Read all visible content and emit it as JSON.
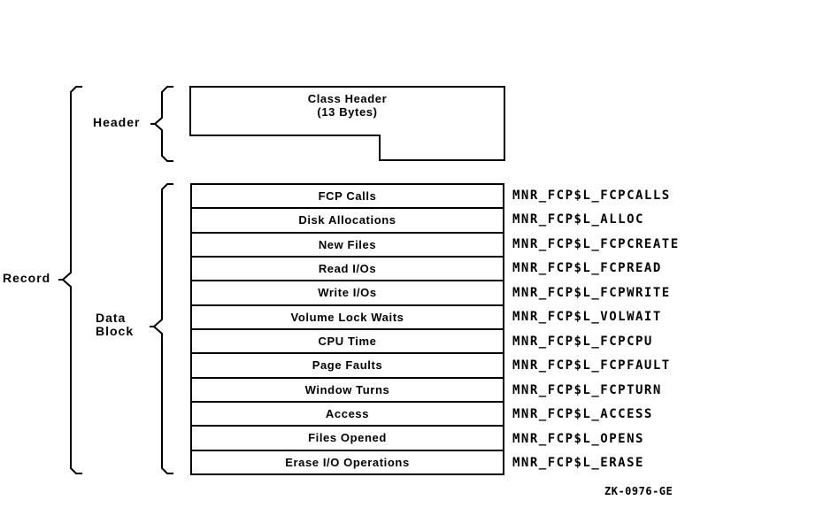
{
  "diagram": {
    "title_semantic": "FCP record format diagram",
    "record_label": "Record",
    "header_label": "Header",
    "data_block_label": {
      "line1": "Data",
      "line2": "Block"
    },
    "class_header_box": {
      "line1": "Class Header",
      "line2": "(13 Bytes)"
    },
    "rows": [
      {
        "field": "FCP Calls",
        "symbol": "MNR_FCP$L_FCPCALLS"
      },
      {
        "field": "Disk Allocations",
        "symbol": "MNR_FCP$L_ALLOC"
      },
      {
        "field": "New Files",
        "symbol": "MNR_FCP$L_FCPCREATE"
      },
      {
        "field": "Read I/Os",
        "symbol": "MNR_FCP$L_FCPREAD"
      },
      {
        "field": "Write I/Os",
        "symbol": "MNR_FCP$L_FCPWRITE"
      },
      {
        "field": "Volume Lock Waits",
        "symbol": "MNR_FCP$L_VOLWAIT"
      },
      {
        "field": "CPU Time",
        "symbol": "MNR_FCP$L_FCPCPU"
      },
      {
        "field": "Page Faults",
        "symbol": "MNR_FCP$L_FCPFAULT"
      },
      {
        "field": "Window Turns",
        "symbol": "MNR_FCP$L_FCPTURN"
      },
      {
        "field": "Access",
        "symbol": "MNR_FCP$L_ACCESS"
      },
      {
        "field": "Files Opened",
        "symbol": "MNR_FCP$L_OPENS"
      },
      {
        "field": "Erase I/O Operations",
        "symbol": "MNR_FCP$L_ERASE"
      }
    ],
    "figure_code": "ZK-0976-GE",
    "colors": {
      "ink": "#000000",
      "background": "#ffffff"
    }
  }
}
